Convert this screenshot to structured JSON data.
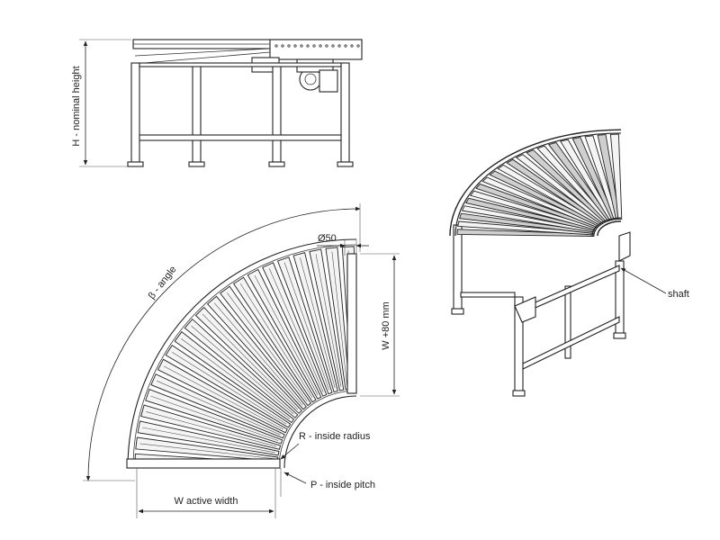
{
  "labels": {
    "nominal_height": "H - nominal height",
    "angle": "β - angle",
    "diameter": "Ø50",
    "width_plus": "W +80 mm",
    "inside_radius": "R - inside radius",
    "inside_pitch": "P - inside pitch",
    "active_width": "W active width",
    "shaft": "shaft"
  },
  "conveyor": {
    "curve_angle_deg": 90,
    "roller_diameter_mm": 50
  }
}
